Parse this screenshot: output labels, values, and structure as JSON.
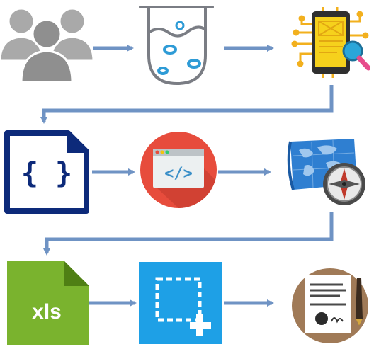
{
  "diagram": {
    "title": "",
    "arrow_color": "#6f93c4",
    "nodes": [
      {
        "id": "users",
        "icon": "users-group-icon"
      },
      {
        "id": "test-tube",
        "icon": "test-tube-icon"
      },
      {
        "id": "mobile-search",
        "icon": "mobile-search-icon"
      },
      {
        "id": "json-file",
        "icon": "json-file-icon",
        "glyph": "{ }"
      },
      {
        "id": "code-window",
        "icon": "code-window-icon",
        "glyph": "</>"
      },
      {
        "id": "map-compass",
        "icon": "map-compass-icon"
      },
      {
        "id": "xls-file",
        "icon": "xls-file-icon",
        "label": "xls"
      },
      {
        "id": "crop-selection",
        "icon": "crop-selection-icon"
      },
      {
        "id": "certificate",
        "icon": "certificate-icon"
      }
    ]
  }
}
